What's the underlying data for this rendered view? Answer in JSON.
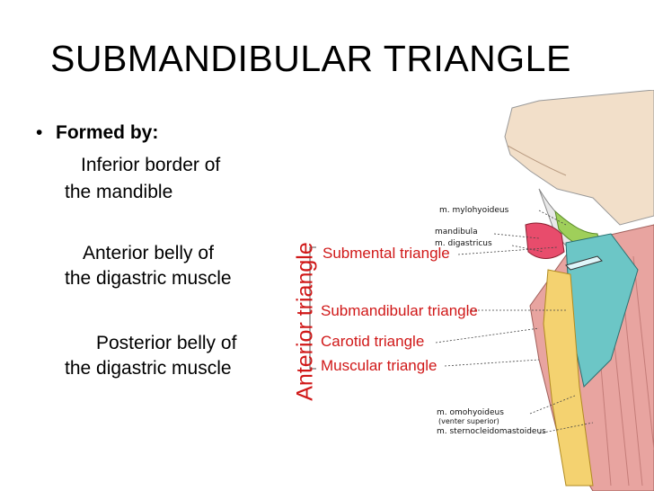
{
  "slide": {
    "title": "SUBMANDIBULAR TRIANGLE",
    "bullet_marker": "•",
    "bullet_heading": "Formed by:",
    "lines": [
      "Inferior border of",
      "the mandible",
      "Anterior belly of",
      "the digastric muscle",
      "Posterior belly of",
      "the digastric muscle"
    ]
  },
  "figure": {
    "group_label": "Anterior triangle",
    "triangles": [
      "Submental triangle",
      "Submandibular triangle",
      "Carotid triangle",
      "Muscular triangle"
    ],
    "anatomy_labels": [
      "m. mylohyoideus",
      "mandibula",
      "m. digastricus",
      "m. omohyoideus",
      "(venter superior)",
      "m. sternocleidomastoideus"
    ],
    "colors": {
      "triangle_label": "#d01818",
      "skin": "#f2dfc9",
      "muscle": "#e8a4a0",
      "submental": "#9fcf5a",
      "submandibular": "#e84c6c",
      "carotid": "#6cc6c6",
      "muscular": "#f4d270"
    }
  }
}
